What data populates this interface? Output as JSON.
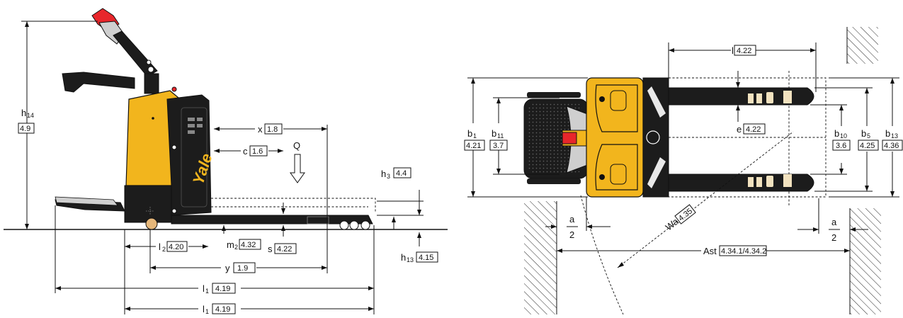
{
  "side_view": {
    "brand_logo": "Yale",
    "load_symbol": "Q",
    "dimensions": {
      "h14": {
        "label": "h",
        "sub": "14",
        "ref": "4.9"
      },
      "x": {
        "label": "x",
        "ref": "1.8"
      },
      "c": {
        "label": "c",
        "ref": "1.6"
      },
      "h3": {
        "label": "h",
        "sub": "3",
        "ref": "4.4"
      },
      "l2": {
        "label": "l",
        "sub": "2",
        "ref": "4.20"
      },
      "m2": {
        "label": "m",
        "sub": "2",
        "ref": "4.32"
      },
      "s": {
        "label": "s",
        "ref": "4.22"
      },
      "h13": {
        "label": "h",
        "sub": "13",
        "ref": "4.15"
      },
      "y": {
        "label": "y",
        "ref": "1.9"
      },
      "l1a": {
        "label": "l",
        "sub": "1",
        "ref": "4.19"
      },
      "l1b": {
        "label": "l",
        "sub": "1",
        "ref": "4.19"
      }
    }
  },
  "top_view": {
    "dimensions": {
      "l": {
        "label": "l",
        "ref": "4.22"
      },
      "e": {
        "label": "e",
        "ref": "4.22"
      },
      "b1": {
        "label": "b",
        "sub": "1",
        "ref": "4.21"
      },
      "b11": {
        "label": "b",
        "sub": "11",
        "ref": "3.7"
      },
      "b10": {
        "label": "b",
        "sub": "10",
        "ref": "3.6"
      },
      "b5": {
        "label": "b",
        "sub": "5",
        "ref": "4.25"
      },
      "b13": {
        "label": "b",
        "sub": "13",
        "ref": "4.36"
      },
      "wa": {
        "label": "Wa",
        "ref": "4.35"
      },
      "ast": {
        "label": "Ast",
        "ref": "4.34.1/4.34.2"
      },
      "a_left": {
        "num": "a",
        "den": "2"
      },
      "a_right": {
        "num": "a",
        "den": "2"
      }
    }
  },
  "colors": {
    "body": "#f2b51d",
    "dark": "#1c1c1c",
    "line": "#111111",
    "accent_red": "#e8262b"
  }
}
